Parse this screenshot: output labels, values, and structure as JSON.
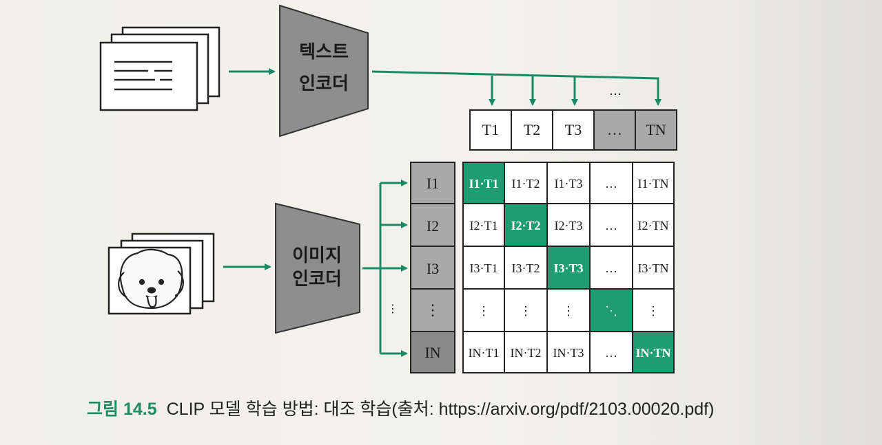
{
  "colors": {
    "accent": "#1f9d72",
    "arrow": "#1a8a66",
    "encoder": "#8e8e8e",
    "grey_cell": "#a9a9a9",
    "dark_cell": "#8a8a8a"
  },
  "encoders": {
    "text_line1": "텍스트",
    "text_line2": "인코더",
    "image_line1": "이미지",
    "image_line2": "인코더"
  },
  "text_embeddings": [
    "T1",
    "T2",
    "T3",
    "…",
    "TN"
  ],
  "ellipsis_above": "…",
  "image_embeddings": [
    "I1",
    "I2",
    "I3",
    "⋮",
    "IN"
  ],
  "ellipsis_left": "⋮",
  "matrix": [
    [
      "I1·T1",
      "I1·T2",
      "I1·T3",
      "…",
      "I1·TN"
    ],
    [
      "I2·T1",
      "I2·T2",
      "I2·T3",
      "…",
      "I2·TN"
    ],
    [
      "I3·T1",
      "I3·T2",
      "I3·T3",
      "…",
      "I3·TN"
    ],
    [
      "⋮",
      "⋮",
      "⋮",
      "⋱",
      "⋮"
    ],
    [
      "IN·T1",
      "IN·T2",
      "IN·T3",
      "…",
      "IN·TN"
    ]
  ],
  "caption": {
    "number": "그림 14.5",
    "text": "CLIP 모델 학습 방법: 대조 학습(출처: https://arxiv.org/pdf/2103.00020.pdf)"
  }
}
